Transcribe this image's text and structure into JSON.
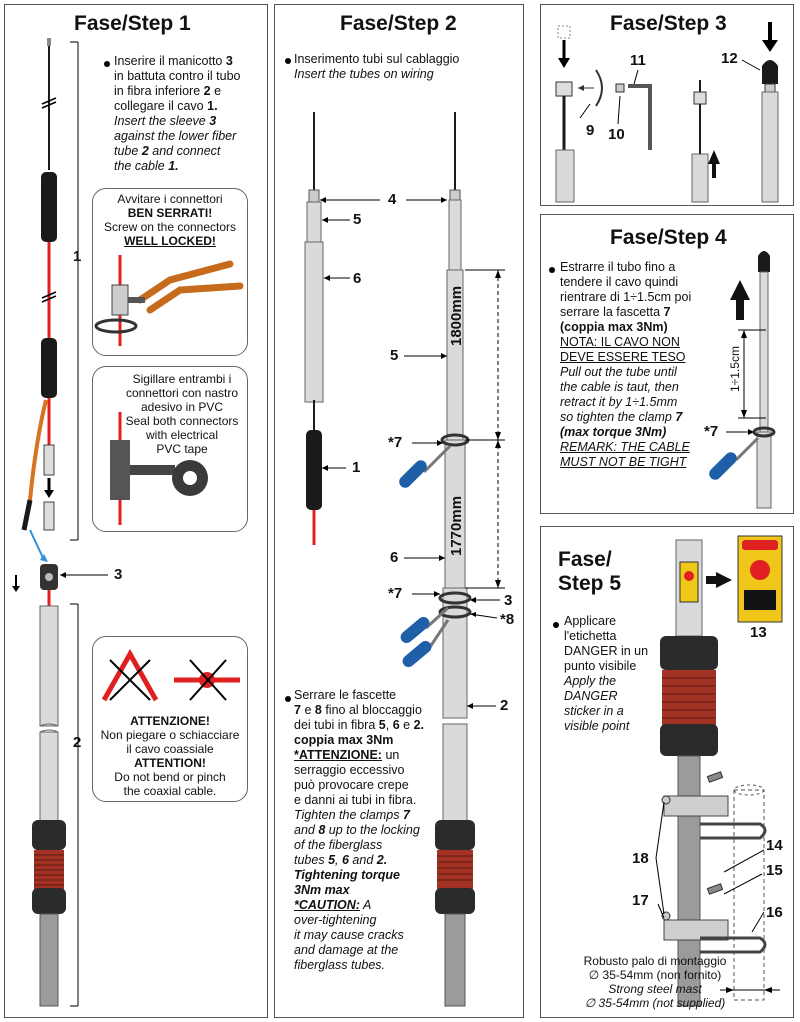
{
  "step1": {
    "title": "Fase/Step 1",
    "it_l1": "Inserire il manicotto",
    "n3a": "3",
    "it_l2": "in battuta contro il tubo",
    "it_l3": "in fibra inferiore",
    "n2a": "2",
    "it_l3b": "e",
    "it_l4": "collegare il cavo",
    "n1a": "1.",
    "en_l1": "Insert the sleeve",
    "n3b": "3",
    "en_l2": "against the lower fiber",
    "en_l3": "tube",
    "n2b": "2",
    "en_l3b": "and connect",
    "en_l4": "the cable",
    "n1b": "1.",
    "box1_l1": "Avvitare i connettori",
    "box1_l2": "BEN SERRATI!",
    "box1_l3": "Screw on the connectors",
    "box1_l4": "WELL LOCKED!",
    "box2_l1": "Sigillare entrambi i",
    "box2_l2": "connettori con nastro",
    "box2_l3": "adesivo in PVC",
    "box2_l4": "Seal both connectors",
    "box2_l5": "with electrical",
    "box2_l6": "PVC tape",
    "box3_l1": "ATTENZIONE!",
    "box3_l2": "Non piegare o schiacciare",
    "box3_l3": "il cavo coassiale",
    "box3_l4": "ATTENTION!",
    "box3_l5": "Do not bend or pinch",
    "box3_l6": "the coaxial cable.",
    "lbl1": "1",
    "lbl2": "2",
    "lbl3": "3"
  },
  "step2": {
    "title": "Fase/Step 2",
    "intro_it": "Inserimento tubi sul cablaggio",
    "intro_en": "Insert the tubes on wiring",
    "lbl4": "4",
    "lbl5a": "5",
    "lbl6a": "6",
    "lbl5b": "5",
    "lbl7a": "*7",
    "lbl1": "1",
    "lbl6b": "6",
    "lbl7b": "*7",
    "lbl3": "3",
    "lbl8": "*8",
    "lbl2": "2",
    "dim1": "1800mm",
    "dim2": "1770mm",
    "t1": "Serrare le fascette",
    "t2a": "7",
    "t2b": "e",
    "t2c": "8",
    "t2d": "fino al bloccaggio",
    "t3a": "dei tubi in fibra",
    "t3b": "5",
    "t3c": "6",
    "t3d": "e",
    "t3e": "2.",
    "t4": "coppia max 3Nm",
    "t5": "*ATTENZIONE:",
    "t5b": "un",
    "t6": "serraggio eccessivo",
    "t7": "può provocare crepe",
    "t8": "e danni ai tubi in fibra.",
    "t9": "Tighten the clamps",
    "t9n": "7",
    "t10a": "and",
    "t10n": "8",
    "t10b": "up to the locking",
    "t11": "of the fiberglass",
    "t12a": "tubes",
    "t12b": "5",
    "t12c": "6",
    "t12d": "and",
    "t12e": "2.",
    "t13": "Tightening torque",
    "t14": "3Nm max",
    "t15": "*CAUTION:",
    "t15b": "A",
    "t16": "over-tightening",
    "t17": "it may cause cracks",
    "t18": "and damage at the",
    "t19": "fiberglass tubes."
  },
  "step3": {
    "title": "Fase/Step 3",
    "lbl9": "9",
    "lbl10": "10",
    "lbl11": "11",
    "lbl12": "12"
  },
  "step4": {
    "title": "Fase/Step 4",
    "l1": "Estrarre il tubo fino a",
    "l2": "tendere il cavo quindi",
    "l3": "rientrare di 1÷1.5cm poi",
    "l4": "serrare la fascetta",
    "l4n": "7",
    "l5": "(coppia max 3Nm)",
    "l6": "NOTA: IL CAVO NON",
    "l7": "DEVE ESSERE TESO",
    "l8": "Pull out the tube until",
    "l9": "the cable is taut, then",
    "l10": "retract it by 1÷1.5mm",
    "l11": "so tighten the clamp",
    "l11n": "7",
    "l12": "(max torque 3Nm)",
    "l13": "REMARK: THE CABLE",
    "l14": "MUST NOT BE TIGHT",
    "dim": "1÷1.5cm",
    "lbl7": "*7"
  },
  "step5": {
    "title1": "Fase/",
    "title2": "Step 5",
    "l1": "Applicare",
    "l2": "l'etichetta",
    "l3": "DANGER in un",
    "l4": "punto visibile",
    "l5": "Apply the",
    "l6": "DANGER",
    "l7": "sticker in a",
    "l8": "visible point",
    "lbl13": "13",
    "lbl14": "14",
    "lbl15": "15",
    "lbl16": "16",
    "lbl17": "17",
    "lbl18": "18",
    "mast1": "Robusto palo di montaggio",
    "mast2": "∅ 35-54mm (non fornito)",
    "mast3": "Strong steel mast",
    "mast4": "∅ 35-54mm (not supplied)"
  },
  "colors": {
    "cable_red": "#e02020",
    "black": "#1a1a1a",
    "tube": "#d9dadb",
    "handle": "#1f5fa8",
    "coil": "#a33225",
    "orange": "#d8731f"
  }
}
